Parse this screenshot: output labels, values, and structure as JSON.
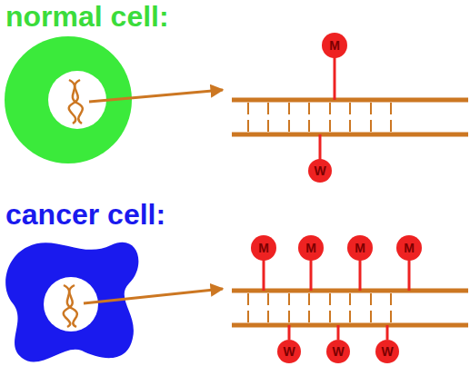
{
  "diagram": {
    "nodes": [
      {
        "text": [
          "M"
        ]
      },
      {
        "text": [
          "W"
        ]
      },
      {
        "text": [
          "M"
        ]
      },
      {
        "text": [
          "M"
        ]
      },
      {
        "text": [
          "M"
        ]
      },
      {
        "text": [
          "M"
        ]
      },
      {
        "text": [
          "W"
        ]
      },
      {
        "text": [
          "W"
        ]
      },
      {
        "text": [
          "W"
        ]
      }
    ],
    "labels": [
      "normal cell:",
      "cancer cell:"
    ]
  }
}
